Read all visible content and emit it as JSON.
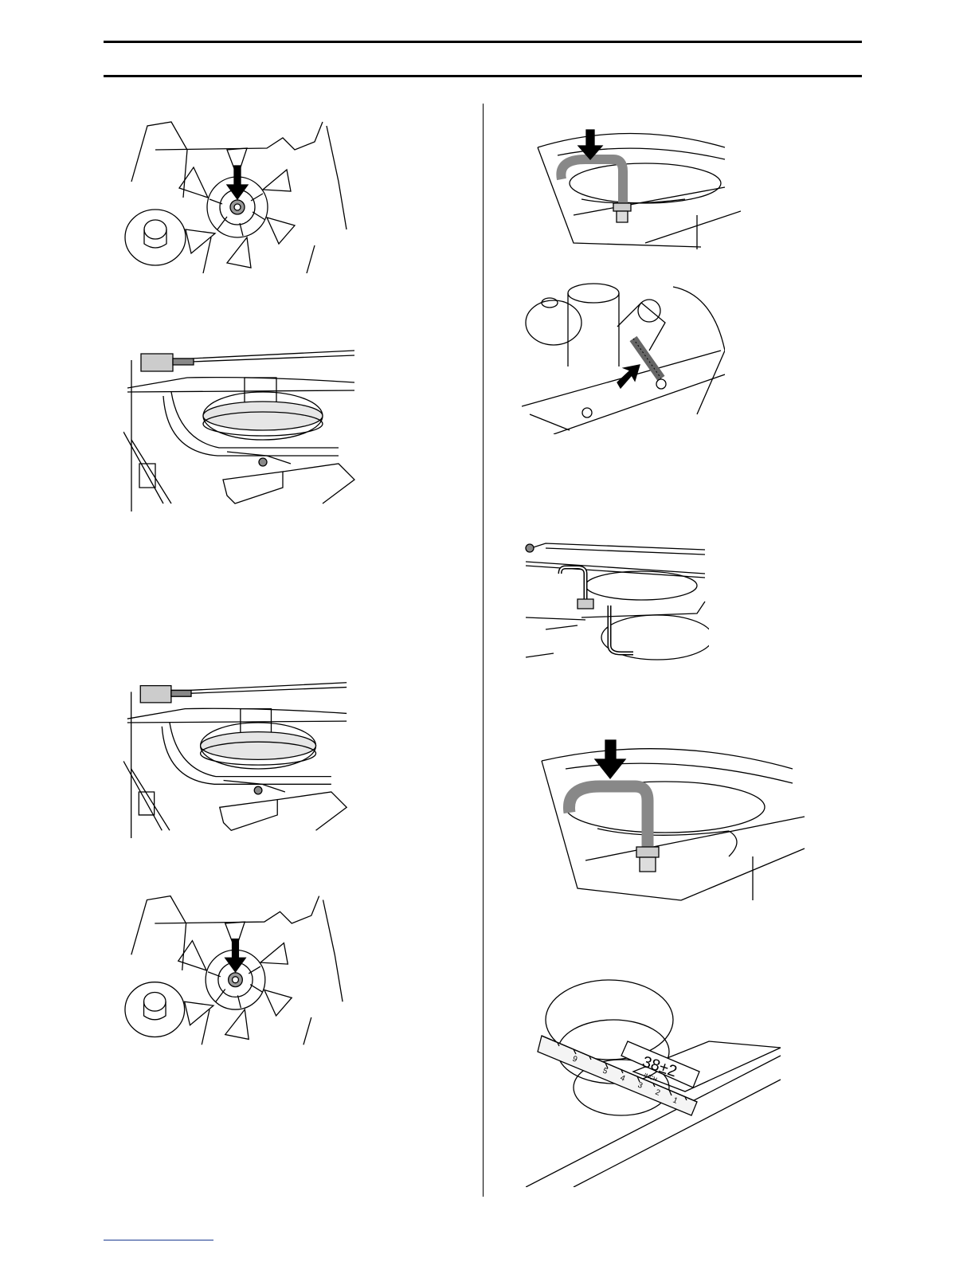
{
  "figures": {
    "ruler": {
      "measurement": "38±2",
      "scale_numbers": [
        "9",
        "5",
        "4",
        "3",
        "2",
        "1"
      ],
      "unit_label": "INCH"
    }
  }
}
